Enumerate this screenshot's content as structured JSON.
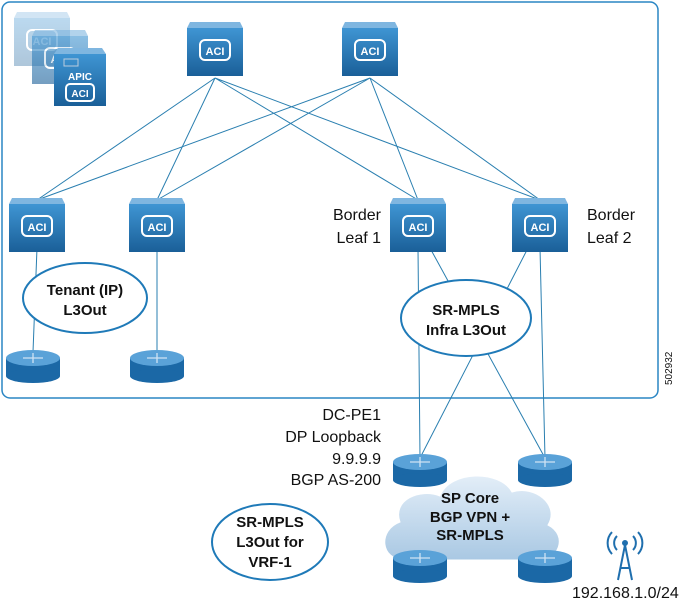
{
  "colors": {
    "frame": "#2a86c4",
    "device": "#1f6fae",
    "device_light": "#3b8fcf",
    "cloud": "#c9def0",
    "ellipse_stroke": "#1f7ab8"
  },
  "apic": {
    "label": "APIC",
    "badge": "ACI"
  },
  "aci_badge": "ACI",
  "leaves": {
    "border1": [
      "Border",
      "Leaf 1"
    ],
    "border2": [
      "Border",
      "Leaf 2"
    ]
  },
  "ellipses": {
    "tenant": [
      "Tenant (IP)",
      "L3Out"
    ],
    "infra": [
      "SR-MPLS",
      "Infra L3Out"
    ],
    "vrf": [
      "SR-MPLS",
      "L3Out for",
      "VRF-1"
    ]
  },
  "pe_info": [
    "DC-PE1",
    "DP Loopback",
    "9.9.9.9",
    "BGP AS-200"
  ],
  "cloud": [
    "SP Core",
    "BGP VPN +",
    "SR-MPLS"
  ],
  "subnet": "192.168.1.0/24",
  "figure_id": "502932",
  "icons": [
    "apic-icon",
    "spine-switch-icon",
    "leaf-switch-icon",
    "router-icon",
    "cloud-icon",
    "wireless-tower-icon"
  ]
}
